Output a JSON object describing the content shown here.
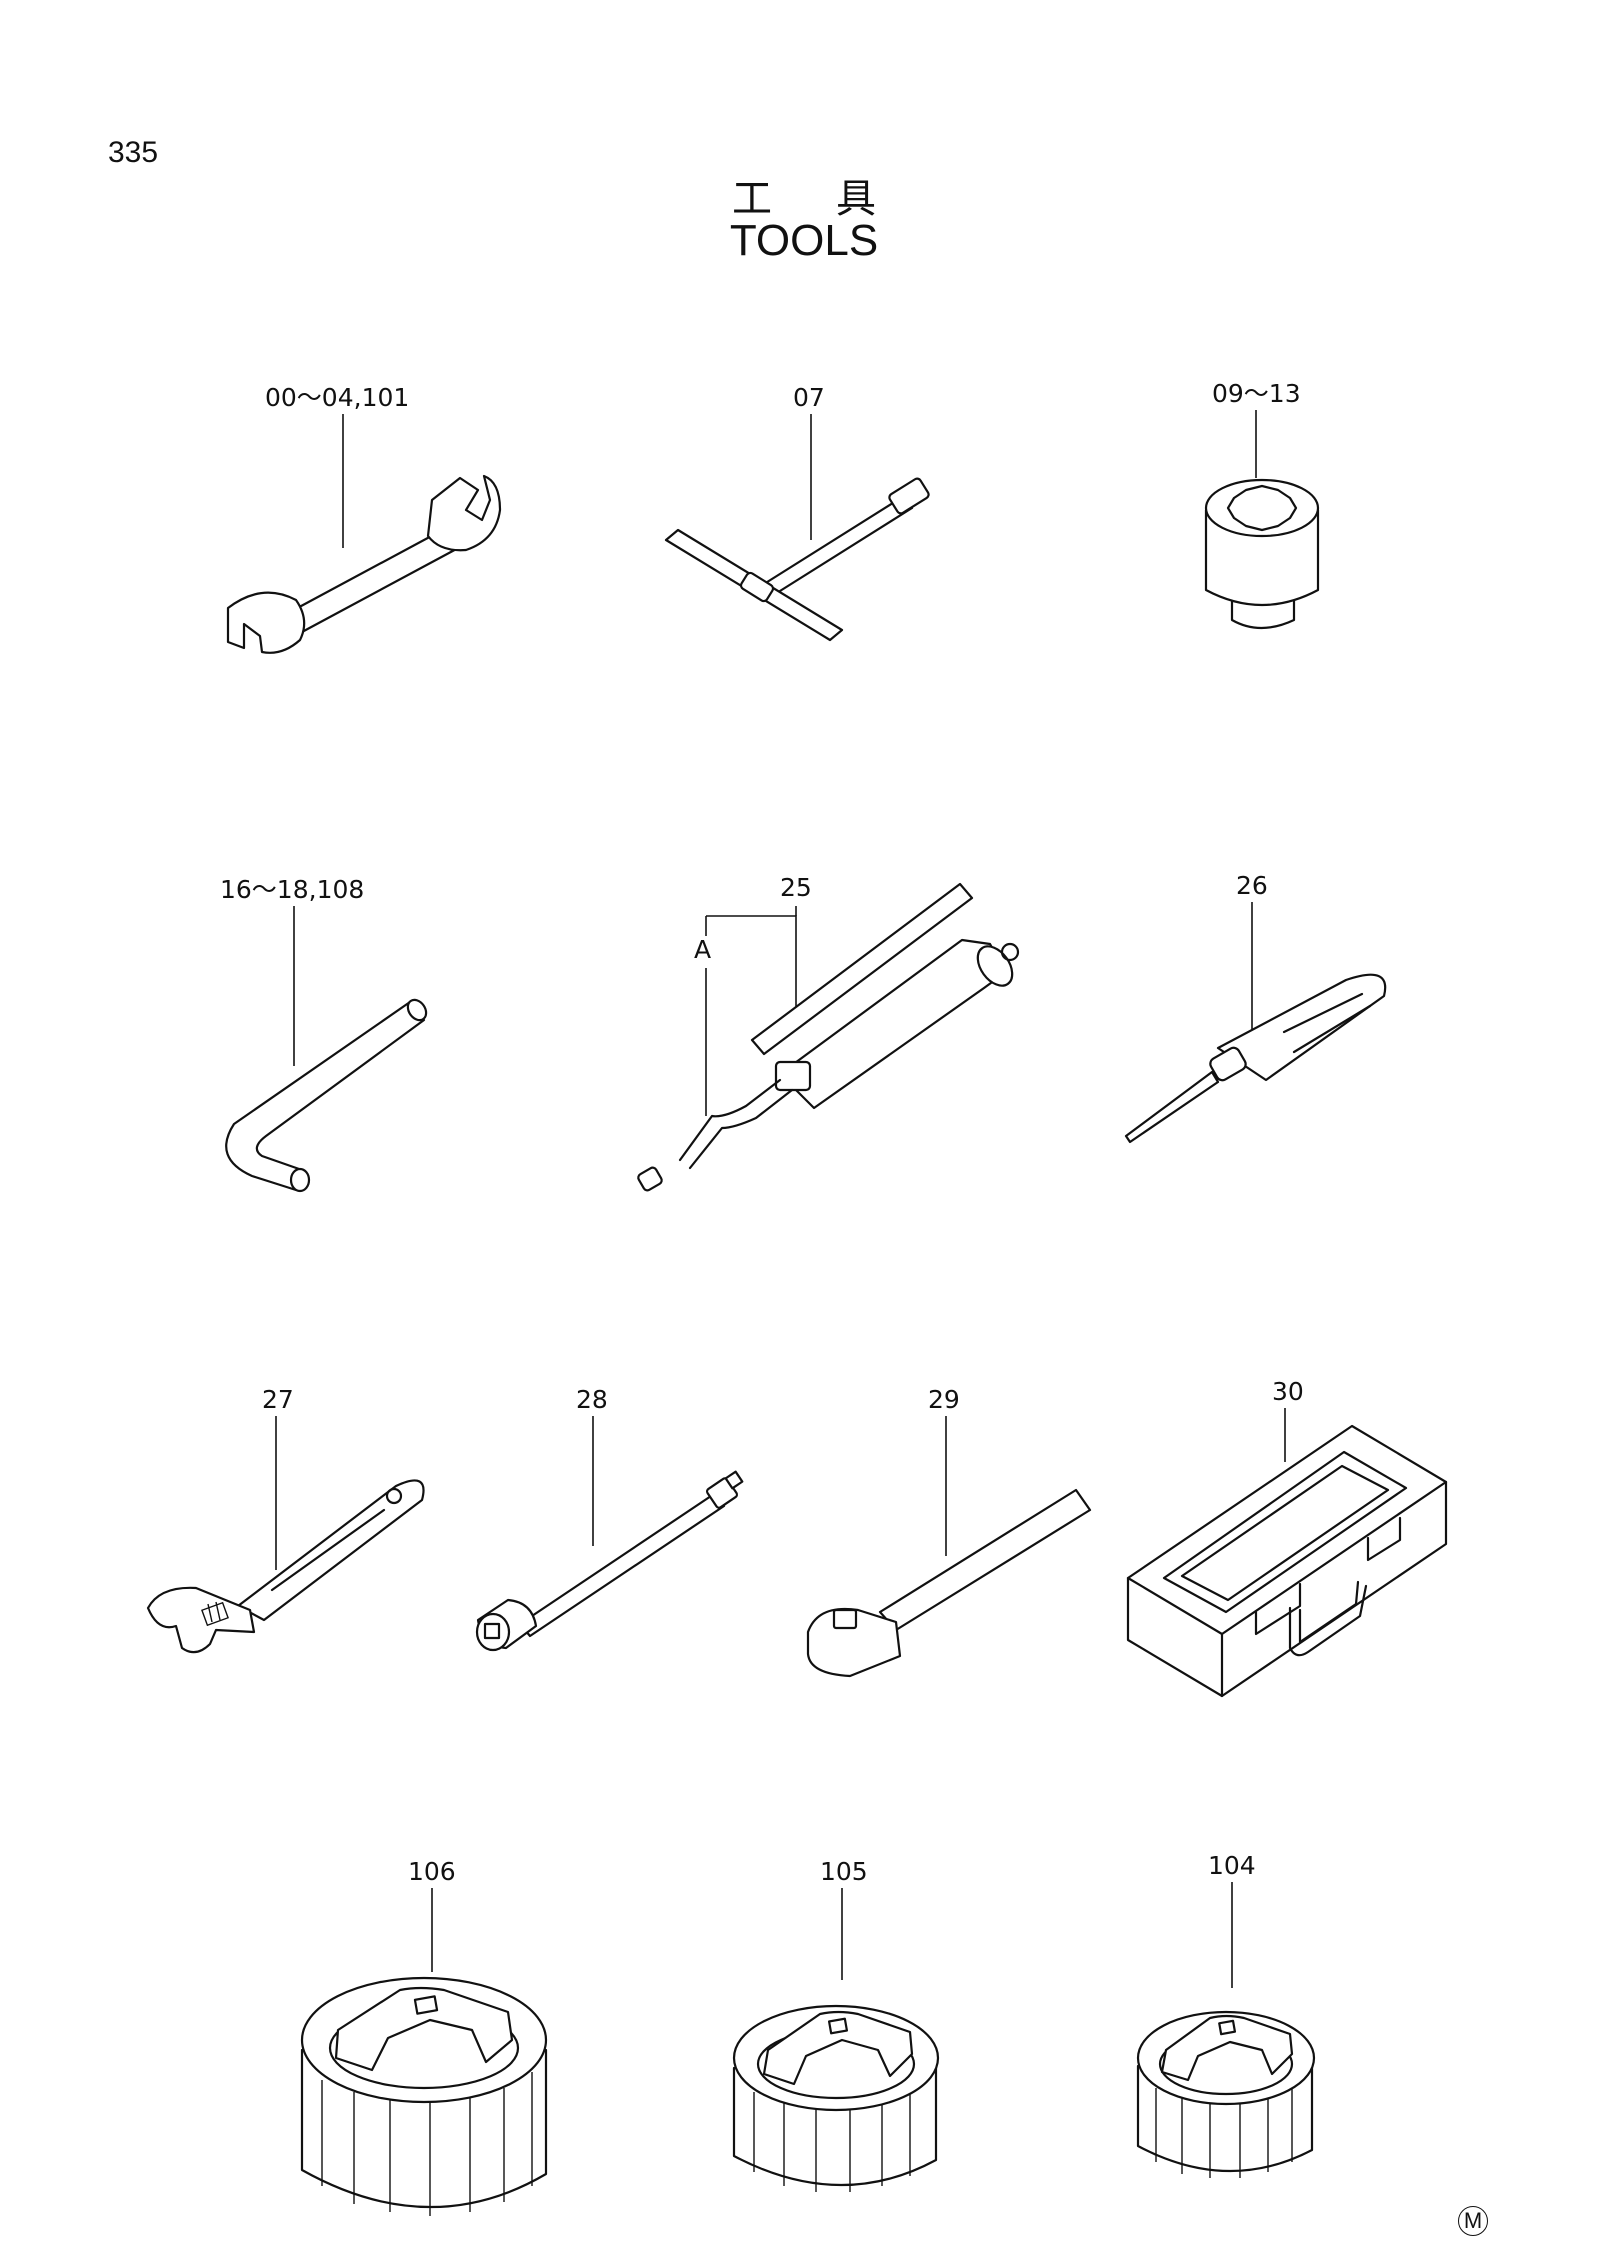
{
  "page": {
    "number": "335",
    "title_jp": "工具",
    "title_en": "TOOLS",
    "corner_mark": "M"
  },
  "callouts": {
    "wrench": "00～04,101",
    "t_handle": "07",
    "socket": "09～13",
    "hex_key": "16～18,108",
    "grease_gun": "25",
    "grease_gun_hose": "A",
    "screwdriver": "26",
    "adjustable_wrench": "27",
    "extension_bar": "28",
    "ratchet_handle": "29",
    "tool_box": "30",
    "filter_wrench_large": "106",
    "filter_wrench_medium": "105",
    "filter_wrench_small": "104"
  }
}
